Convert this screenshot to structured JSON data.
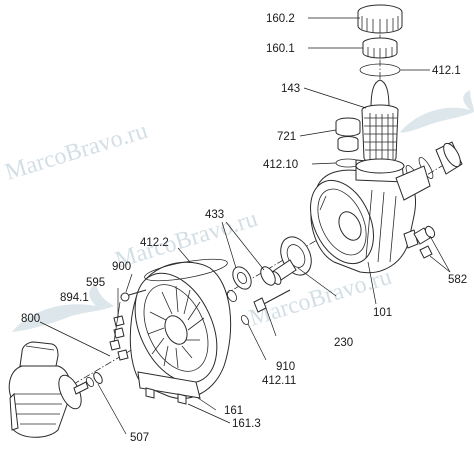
{
  "watermark": {
    "text": "MarcoBravo.ru",
    "color": "#c5d5dd"
  },
  "labels": [
    {
      "id": "160.2",
      "text": "160.2"
    },
    {
      "id": "160.1",
      "text": "160.1"
    },
    {
      "id": "412.1",
      "text": "412.1"
    },
    {
      "id": "143",
      "text": "143"
    },
    {
      "id": "721",
      "text": "721"
    },
    {
      "id": "412.10",
      "text": "412.10"
    },
    {
      "id": "433",
      "text": "433"
    },
    {
      "id": "412.2",
      "text": "412.2"
    },
    {
      "id": "900",
      "text": "900"
    },
    {
      "id": "595",
      "text": "595"
    },
    {
      "id": "894.1",
      "text": "894.1"
    },
    {
      "id": "800",
      "text": "800"
    },
    {
      "id": "582",
      "text": "582"
    },
    {
      "id": "101",
      "text": "101"
    },
    {
      "id": "230",
      "text": "230"
    },
    {
      "id": "910",
      "text": "910"
    },
    {
      "id": "412.11",
      "text": "412.11"
    },
    {
      "id": "161",
      "text": "161"
    },
    {
      "id": "161.3",
      "text": "161.3"
    },
    {
      "id": "507",
      "text": "507"
    }
  ]
}
